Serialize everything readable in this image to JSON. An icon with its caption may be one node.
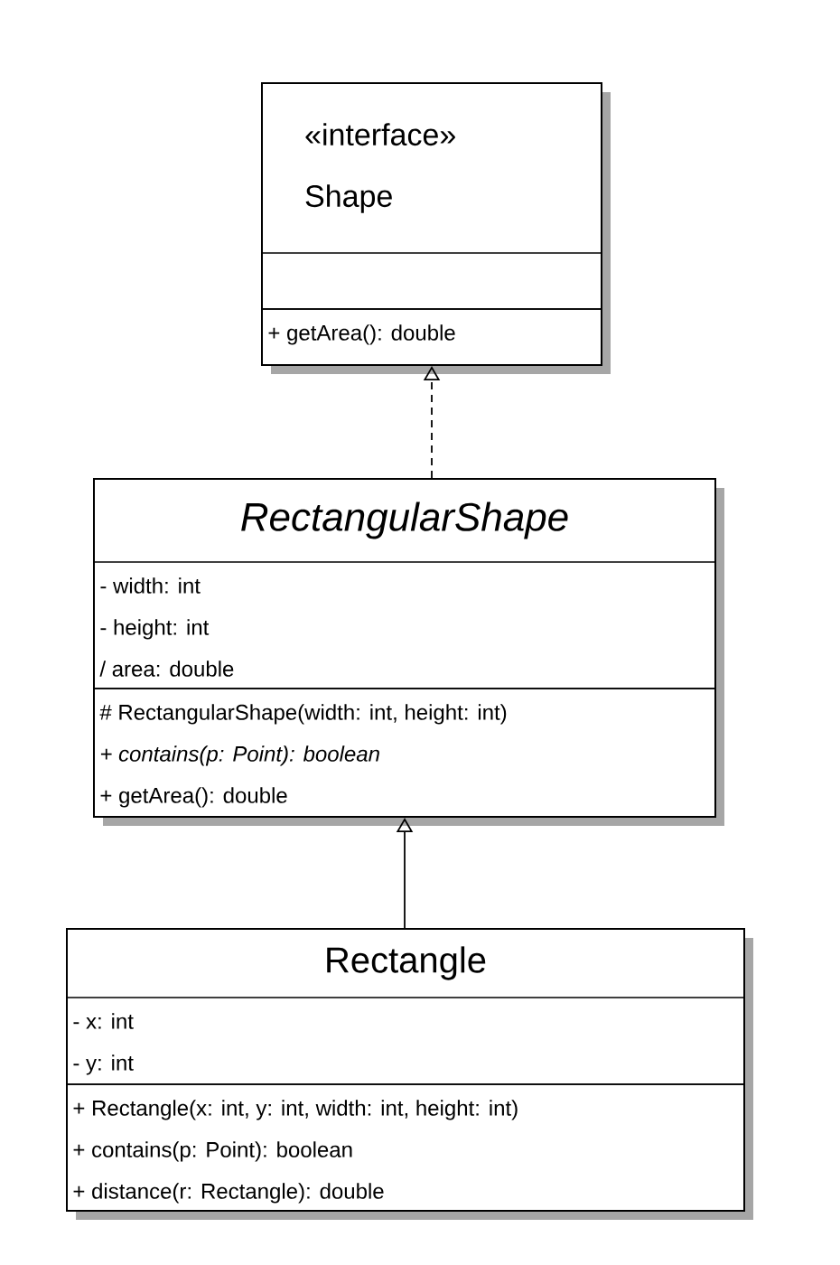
{
  "diagram": {
    "nodes": [
      {
        "text": [
          "«interface»",
          "Shape"
        ]
      },
      {
        "text": [],
        "shape": "box",
        "in": 0
      },
      {
        "text": [
          "+ getArea(): double"
        ],
        "in": 0
      },
      {
        "text": [
          "*RectangularShape*"
        ]
      },
      {
        "text": [
          "- width: int",
          "- height: int",
          "/ area: double"
        ],
        "in": 3
      },
      {
        "text": [
          "# RectangularShape(width: int, height: int)",
          "*+ contains(p: Point): boolean*",
          "+ getArea(): double"
        ],
        "in": 3
      },
      {
        "text": [
          "Rectangle"
        ]
      },
      {
        "text": [
          "- x: int",
          "- y: int"
        ],
        "in": 6
      },
      {
        "text": [
          "+ Rectangle(x: int, y: int, width: int, height: int)",
          "+ contains(p: Point): boolean",
          "+ distance(r: Rectangle): double"
        ],
        "in": 6
      }
    ],
    "edges": [
      {
        "from": 3,
        "to": 0,
        "arrow": "to",
        "style": "dashed"
      },
      {
        "from": 6,
        "to": 3,
        "arrow": "to"
      }
    ]
  }
}
